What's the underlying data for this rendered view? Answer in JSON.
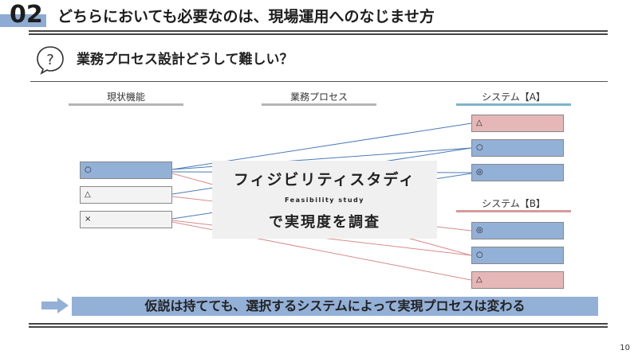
{
  "header": {
    "number": "02",
    "title": "どちらにおいても必要なのは、現場運用へのなじませ方"
  },
  "question": {
    "icon": "question-bubble-icon",
    "heading": "業務プロセス設計どうして難しい？"
  },
  "columns": {
    "current": "現状機能",
    "process": "業務プロセス",
    "system_a": "システム【A】",
    "system_b": "システム【B】"
  },
  "current_items": [
    "○",
    "△",
    "×"
  ],
  "system_a_items": [
    "△",
    "○",
    "◎"
  ],
  "system_b_items": [
    "◎",
    "○",
    "△"
  ],
  "overlay": {
    "title": "フィジビリティスタディ",
    "subtitle": "Feasibility study",
    "bottom": "で実現度を調査"
  },
  "conclusion": {
    "text": "仮説は持てても、選択するシステムによって実現プロセスは変わる"
  },
  "page_number": "10",
  "colors": {
    "accent_blue": "#93b0d7",
    "accent_pink": "#e6b7b7",
    "system_a_line": "#7fb4c8",
    "system_b_line": "#d79a9a",
    "connector_blue": "#4a7ab8",
    "connector_pink": "#d98b8b"
  }
}
